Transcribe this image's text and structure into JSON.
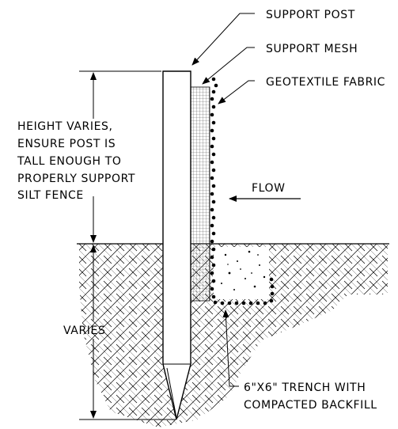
{
  "labels": {
    "support_post": "SUPPORT POST",
    "support_mesh": "SUPPORT MESH",
    "geotextile_fabric": "GEOTEXTILE FABRIC",
    "height_note": [
      "HEIGHT VARIES,",
      "ENSURE POST IS",
      "TALL ENOUGH TO",
      "PROPERLY SUPPORT",
      "SILT FENCE"
    ],
    "flow": "FLOW",
    "varies": "VARIES",
    "trench_note": [
      "6\"X6\" TRENCH WITH",
      "COMPACTED BACKFILL"
    ]
  }
}
